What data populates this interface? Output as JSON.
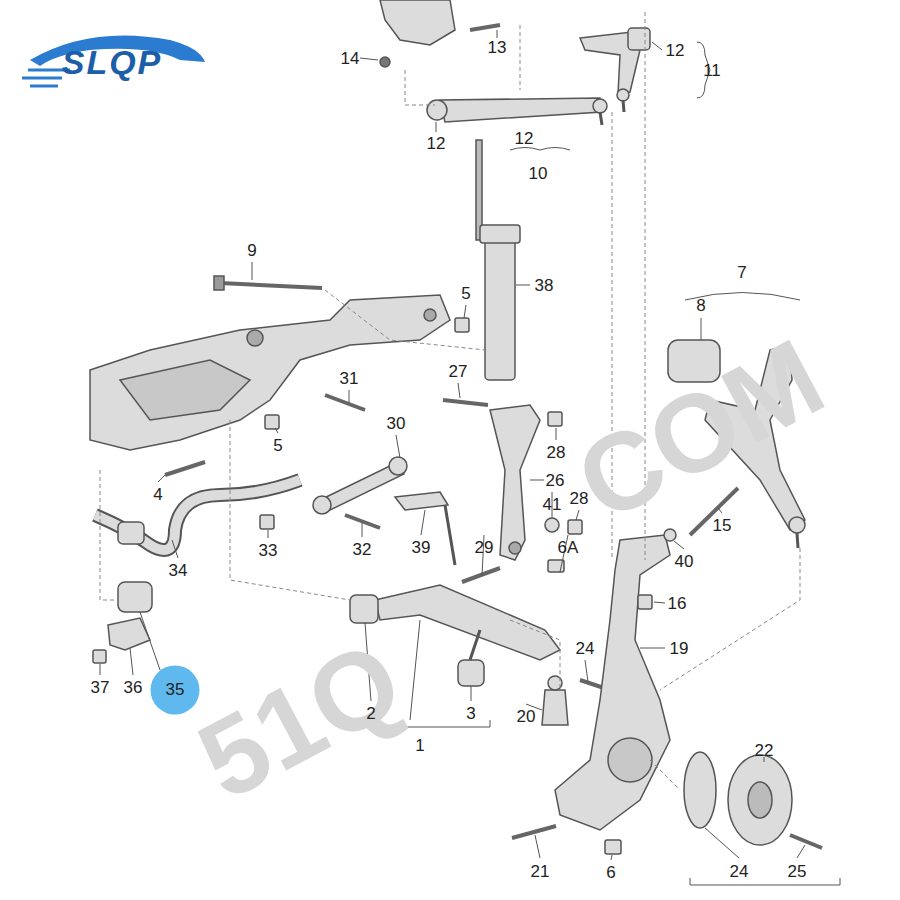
{
  "diagram": {
    "nodes": [
      {
        "text": [
          "35"
        ]
      }
    ],
    "labels": [
      "SLQP",
      "14",
      "13",
      "12",
      "11",
      "12",
      "12",
      "10",
      "9",
      "5",
      "38",
      "7",
      "8",
      "31",
      "27",
      "5",
      "30",
      "28",
      "26",
      "4",
      "41",
      "28",
      "15",
      "33",
      "32",
      "39",
      "29",
      "6A",
      "40",
      "34",
      "16",
      "19",
      "24",
      "37",
      "36",
      "2",
      "3",
      "20",
      "1",
      "22",
      "24",
      "25",
      "21",
      "6",
      "51Q",
      "COM"
    ]
  }
}
